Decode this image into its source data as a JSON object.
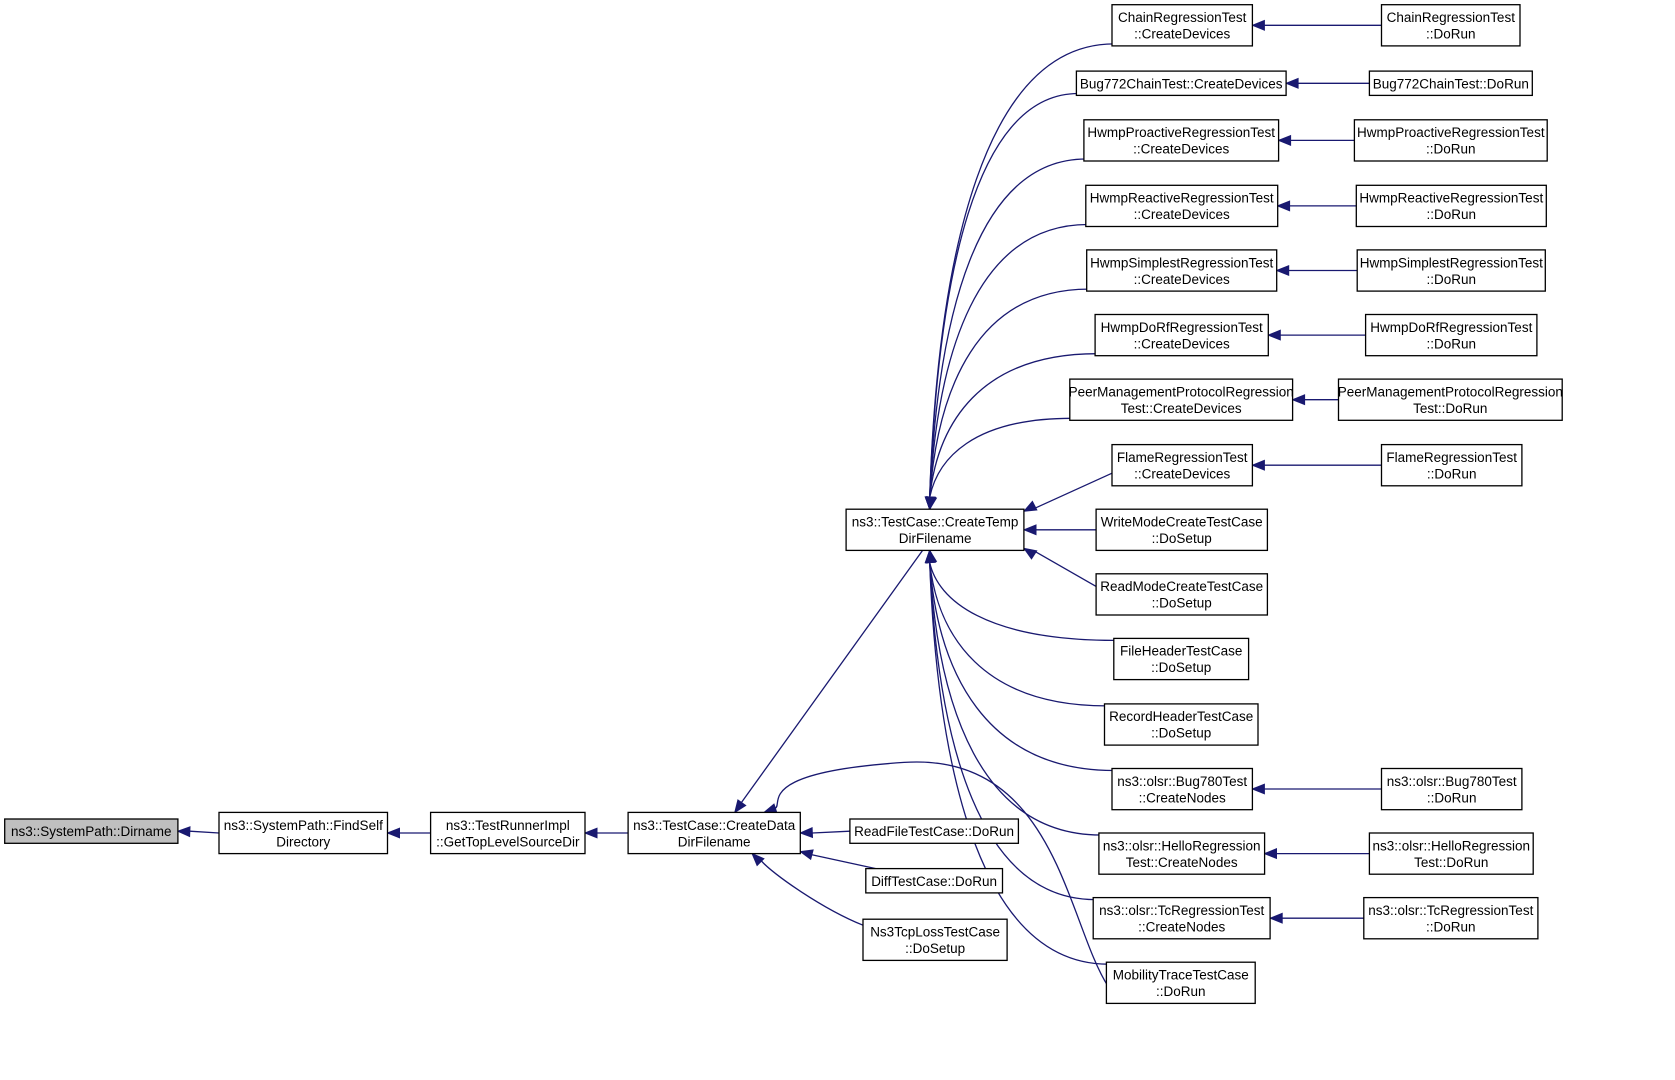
{
  "graph": {
    "nodes": [
      {
        "id": "dirname",
        "lines": [
          "ns3::SystemPath::Dirname"
        ],
        "highlight": true
      },
      {
        "id": "findself",
        "lines": [
          "ns3::SystemPath::FindSelf",
          "Directory"
        ]
      },
      {
        "id": "gettop",
        "lines": [
          "ns3::TestRunnerImpl",
          "::GetTopLevelSourceDir"
        ]
      },
      {
        "id": "createdata",
        "lines": [
          "ns3::TestCase::CreateData",
          "DirFilename"
        ]
      },
      {
        "id": "createtemp",
        "lines": [
          "ns3::TestCase::CreateTemp",
          "DirFilename"
        ]
      },
      {
        "id": "readfile",
        "lines": [
          "ReadFileTestCase::DoRun"
        ]
      },
      {
        "id": "difftest",
        "lines": [
          "DiffTestCase::DoRun"
        ]
      },
      {
        "id": "ns3tcploss",
        "lines": [
          "Ns3TcpLossTestCase",
          "::DoSetup"
        ]
      },
      {
        "id": "chain_cd",
        "lines": [
          "ChainRegressionTest",
          "::CreateDevices"
        ]
      },
      {
        "id": "bug772_cd",
        "lines": [
          "Bug772ChainTest::CreateDevices"
        ]
      },
      {
        "id": "hwmpp_cd",
        "lines": [
          "HwmpProactiveRegressionTest",
          "::CreateDevices"
        ]
      },
      {
        "id": "hwmpr_cd",
        "lines": [
          "HwmpReactiveRegressionTest",
          "::CreateDevices"
        ]
      },
      {
        "id": "hwmps_cd",
        "lines": [
          "HwmpSimplestRegressionTest",
          "::CreateDevices"
        ]
      },
      {
        "id": "hwmpd_cd",
        "lines": [
          "HwmpDoRfRegressionTest",
          "::CreateDevices"
        ]
      },
      {
        "id": "peer_cd",
        "lines": [
          "PeerManagementProtocolRegression",
          "Test::CreateDevices"
        ]
      },
      {
        "id": "flame_cd",
        "lines": [
          "FlameRegressionTest",
          "::CreateDevices"
        ]
      },
      {
        "id": "writemode",
        "lines": [
          "WriteModeCreateTestCase",
          "::DoSetup"
        ]
      },
      {
        "id": "readmode",
        "lines": [
          "ReadModeCreateTestCase",
          "::DoSetup"
        ]
      },
      {
        "id": "fileheader",
        "lines": [
          "FileHeaderTestCase",
          "::DoSetup"
        ]
      },
      {
        "id": "recordheader",
        "lines": [
          "RecordHeaderTestCase",
          "::DoSetup"
        ]
      },
      {
        "id": "bug780_cn",
        "lines": [
          "ns3::olsr::Bug780Test",
          "::CreateNodes"
        ]
      },
      {
        "id": "hello_cn",
        "lines": [
          "ns3::olsr::HelloRegression",
          "Test::CreateNodes"
        ]
      },
      {
        "id": "tc_cn",
        "lines": [
          "ns3::olsr::TcRegressionTest",
          "::CreateNodes"
        ]
      },
      {
        "id": "mobility",
        "lines": [
          "MobilityTraceTestCase",
          "::DoRun"
        ]
      },
      {
        "id": "chain_run",
        "lines": [
          "ChainRegressionTest",
          "::DoRun"
        ]
      },
      {
        "id": "bug772_run",
        "lines": [
          "Bug772ChainTest::DoRun"
        ]
      },
      {
        "id": "hwmpp_run",
        "lines": [
          "HwmpProactiveRegressionTest",
          "::DoRun"
        ]
      },
      {
        "id": "hwmpr_run",
        "lines": [
          "HwmpReactiveRegressionTest",
          "::DoRun"
        ]
      },
      {
        "id": "hwmps_run",
        "lines": [
          "HwmpSimplestRegressionTest",
          "::DoRun"
        ]
      },
      {
        "id": "hwmpd_run",
        "lines": [
          "HwmpDoRfRegressionTest",
          "::DoRun"
        ]
      },
      {
        "id": "peer_run",
        "lines": [
          "PeerManagementProtocolRegression",
          "Test::DoRun"
        ]
      },
      {
        "id": "flame_run",
        "lines": [
          "FlameRegressionTest",
          "::DoRun"
        ]
      },
      {
        "id": "bug780_run",
        "lines": [
          "ns3::olsr::Bug780Test",
          "::DoRun"
        ]
      },
      {
        "id": "hello_run",
        "lines": [
          "ns3::olsr::HelloRegression",
          "Test::DoRun"
        ]
      },
      {
        "id": "tc_run",
        "lines": [
          "ns3::olsr::TcRegressionTest",
          "::DoRun"
        ]
      }
    ],
    "edges": [
      {
        "from": "findself",
        "to": "dirname"
      },
      {
        "from": "gettop",
        "to": "findself"
      },
      {
        "from": "createdata",
        "to": "gettop"
      },
      {
        "from": "createtemp",
        "to": "createdata"
      },
      {
        "from": "readfile",
        "to": "createdata"
      },
      {
        "from": "difftest",
        "to": "createdata"
      },
      {
        "from": "ns3tcploss",
        "to": "createdata"
      },
      {
        "from": "mobility",
        "to": "createdata"
      },
      {
        "from": "chain_cd",
        "to": "createtemp"
      },
      {
        "from": "bug772_cd",
        "to": "createtemp"
      },
      {
        "from": "hwmpp_cd",
        "to": "createtemp"
      },
      {
        "from": "hwmpr_cd",
        "to": "createtemp"
      },
      {
        "from": "hwmps_cd",
        "to": "createtemp"
      },
      {
        "from": "hwmpd_cd",
        "to": "createtemp"
      },
      {
        "from": "peer_cd",
        "to": "createtemp"
      },
      {
        "from": "flame_cd",
        "to": "createtemp"
      },
      {
        "from": "writemode",
        "to": "createtemp"
      },
      {
        "from": "readmode",
        "to": "createtemp"
      },
      {
        "from": "fileheader",
        "to": "createtemp"
      },
      {
        "from": "recordheader",
        "to": "createtemp"
      },
      {
        "from": "bug780_cn",
        "to": "createtemp"
      },
      {
        "from": "hello_cn",
        "to": "createtemp"
      },
      {
        "from": "tc_cn",
        "to": "createtemp"
      },
      {
        "from": "mobility",
        "to": "createtemp"
      },
      {
        "from": "chain_run",
        "to": "chain_cd"
      },
      {
        "from": "bug772_run",
        "to": "bug772_cd"
      },
      {
        "from": "hwmpp_run",
        "to": "hwmpp_cd"
      },
      {
        "from": "hwmpr_run",
        "to": "hwmpr_cd"
      },
      {
        "from": "hwmps_run",
        "to": "hwmps_cd"
      },
      {
        "from": "hwmpd_run",
        "to": "hwmpd_cd"
      },
      {
        "from": "peer_run",
        "to": "peer_cd"
      },
      {
        "from": "flame_run",
        "to": "flame_cd"
      },
      {
        "from": "bug780_run",
        "to": "bug780_cn"
      },
      {
        "from": "hello_run",
        "to": "hello_cn"
      },
      {
        "from": "tc_run",
        "to": "tc_cn"
      }
    ]
  }
}
